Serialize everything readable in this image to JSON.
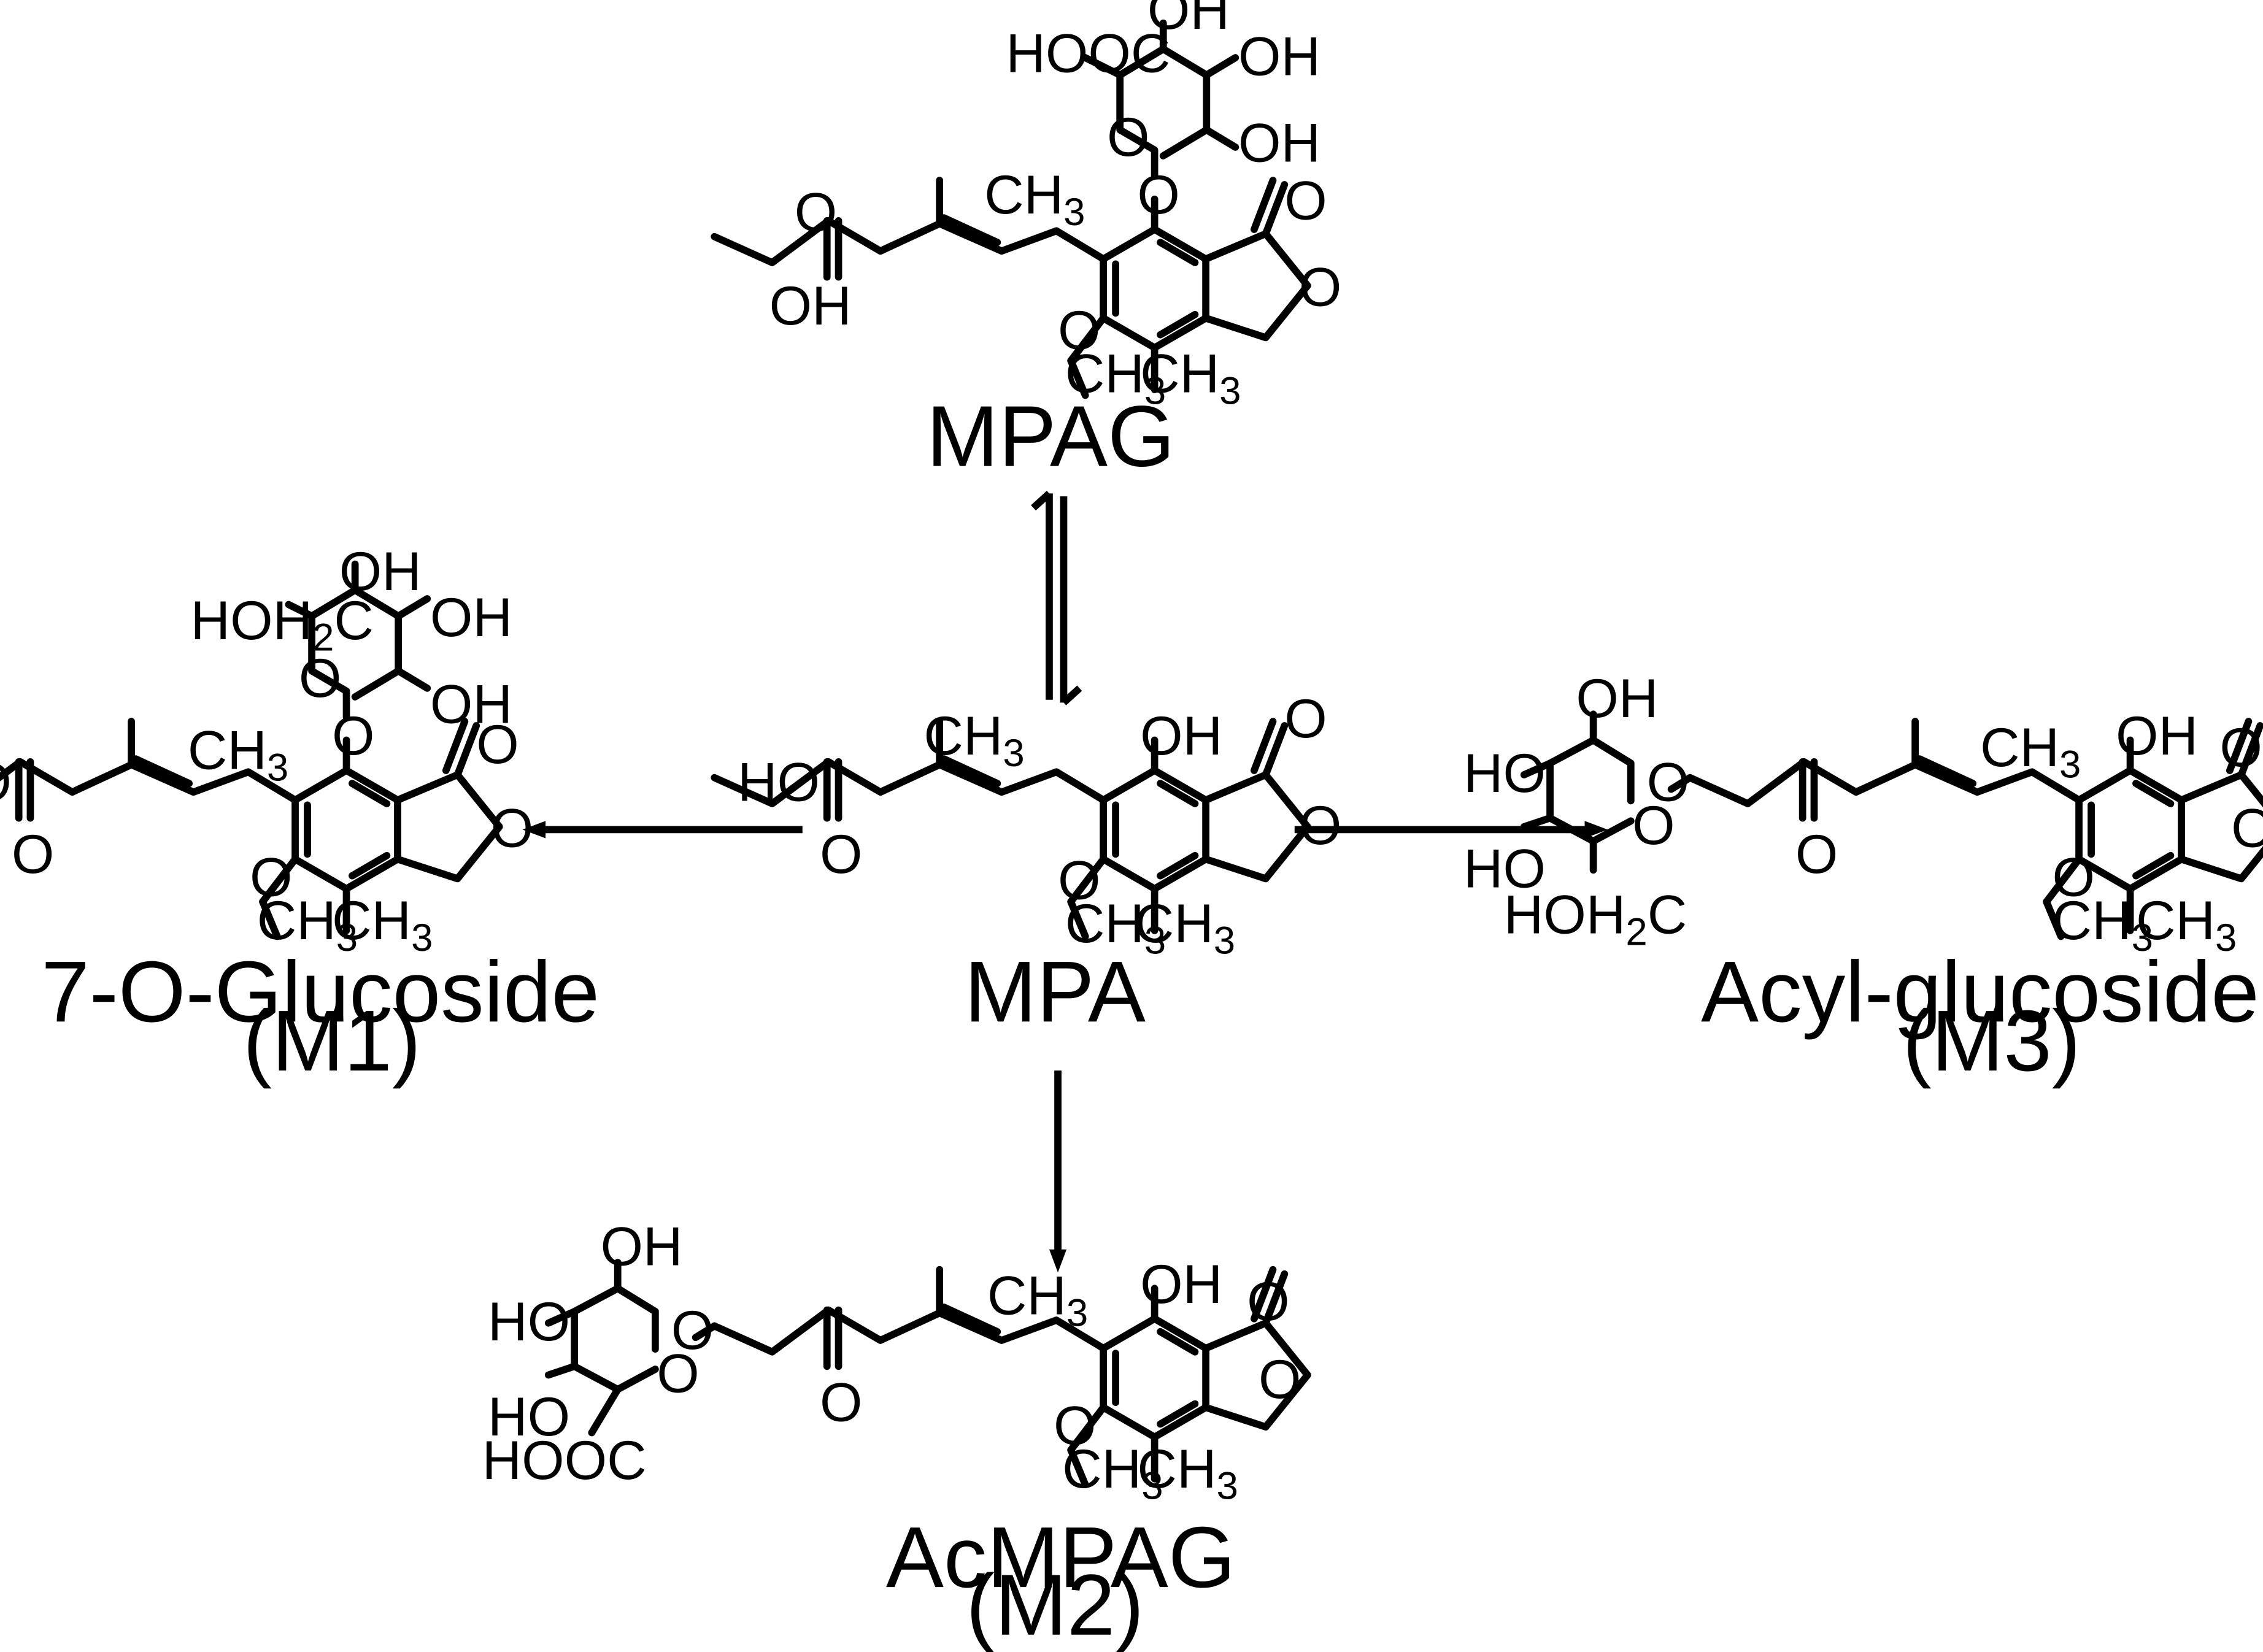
{
  "compounds": [
    {
      "id": "mpag",
      "name": "MPAG",
      "code": ""
    },
    {
      "id": "mpa",
      "name": "MPA",
      "code": ""
    },
    {
      "id": "m1",
      "name": "7-O-Glucoside",
      "code": "(M1)"
    },
    {
      "id": "m3",
      "name": "Acyl-glucoside",
      "code": "(M3)"
    },
    {
      "id": "m2",
      "name": "AcMPAG",
      "code": "(M2)"
    }
  ],
  "atoms": {
    "oh": "OH",
    "ho": "HO",
    "o": "O",
    "ch3": "CH",
    "three": "3",
    "hooc": "HOOC",
    "hoh2c": "HOH",
    "two": "2",
    "c": "C"
  },
  "reactions": [
    {
      "from": "mpa",
      "to": "mpag",
      "kind": "equilibrium"
    },
    {
      "from": "mpa",
      "to": "m1",
      "kind": "forward"
    },
    {
      "from": "mpa",
      "to": "m3",
      "kind": "forward"
    },
    {
      "from": "mpa",
      "to": "m2",
      "kind": "forward"
    }
  ]
}
